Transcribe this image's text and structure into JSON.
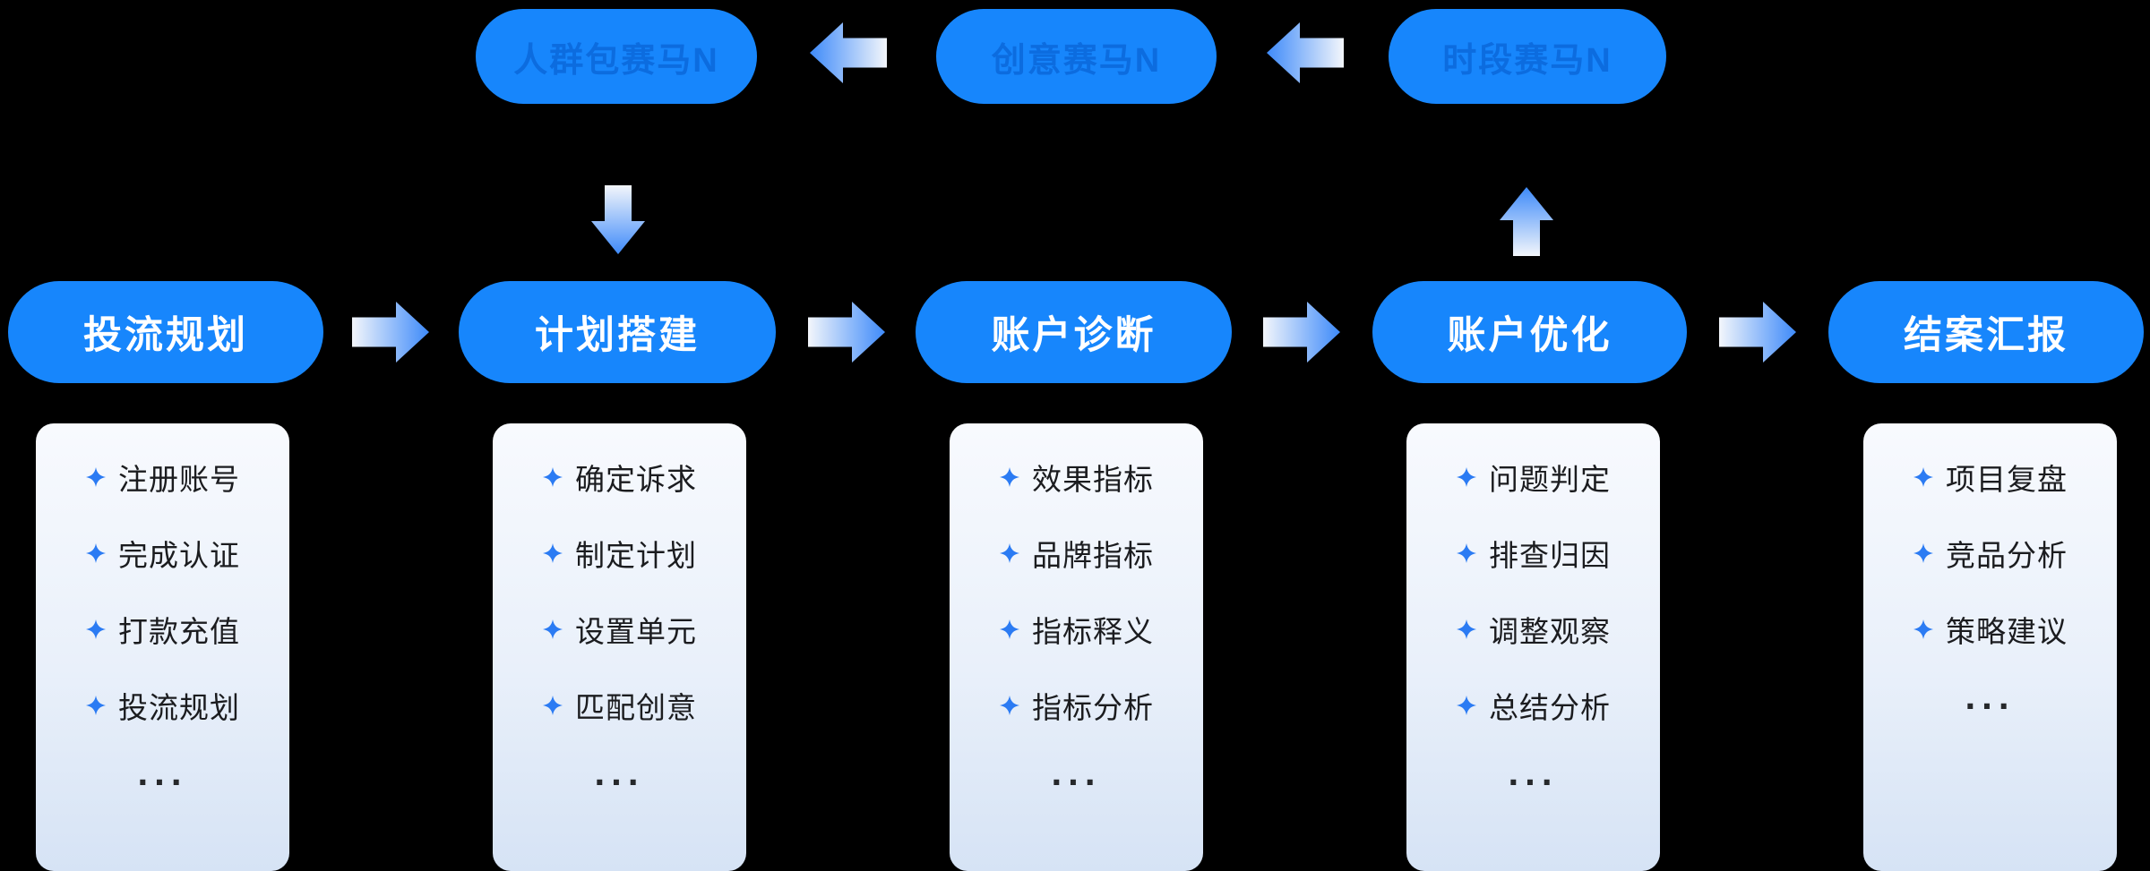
{
  "diagram": {
    "background_color": "#000000",
    "top_row": {
      "nodes": [
        {
          "label": "人群包赛马N"
        },
        {
          "label": "创意赛马N"
        },
        {
          "label": "时段赛马N"
        }
      ]
    },
    "stages": [
      {
        "label": "投流规划",
        "items": [
          "注册账号",
          "完成认证",
          "打款充值",
          "投流规划"
        ],
        "more": "..."
      },
      {
        "label": "计划搭建",
        "items": [
          "确定诉求",
          "制定计划",
          "设置单元",
          "匹配创意"
        ],
        "more": "..."
      },
      {
        "label": "账户诊断",
        "items": [
          "效果指标",
          "品牌指标",
          "指标释义",
          "指标分析"
        ],
        "more": "..."
      },
      {
        "label": "账户优化",
        "items": [
          "问题判定",
          "排查归因",
          "调整观察",
          "总结分析"
        ],
        "more": "..."
      },
      {
        "label": "结案汇报",
        "items": [
          "项目复盘",
          "竞品分析",
          "策略建议"
        ],
        "more": "..."
      }
    ],
    "icons": {
      "bullet": "four-point-star",
      "arrow_right": "block-arrow-right",
      "arrow_left": "block-arrow-left",
      "arrow_down": "block-arrow-down",
      "arrow_up": "block-arrow-up"
    },
    "colors": {
      "pill_blue": "#1786FC",
      "top_pill_text_blue": "#0C6CDF",
      "pill_text_white": "#FFFFFF",
      "item_text": "#1B1C1F",
      "bullet_blue": "#2B7BF3",
      "arrow_gradient_light": "#F3F6FB",
      "arrow_gradient_blue": "#3E8AF9",
      "card_gradient_top": "#F8FAFE",
      "card_gradient_bottom": "#D6E3F5"
    }
  }
}
